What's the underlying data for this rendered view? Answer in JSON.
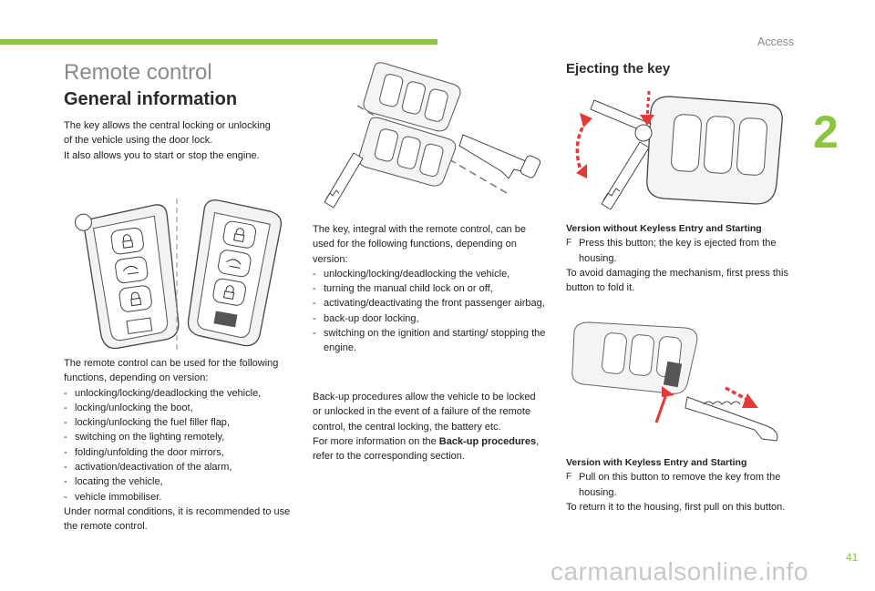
{
  "header": {
    "section_label": "Access",
    "chapter_number": "2",
    "page_number": "41",
    "watermark": "carmanualsonline.info",
    "accent_color": "#8cc63f"
  },
  "left": {
    "title": "Remote control",
    "subtitle": "General information",
    "intro": [
      "The key allows the central locking or unlocking",
      "of the vehicle using the door lock.",
      "It also allows you to start or stop the engine."
    ],
    "functions_intro": "The remote control can be used for the following functions, depending on version:",
    "functions": [
      "unlocking/locking/deadlocking the vehicle,",
      "locking/unlocking the boot,",
      "locking/unlocking the fuel filler flap,",
      "switching on the lighting remotely,",
      "folding/unfolding the door mirrors,",
      "activation/deactivation of the alarm,",
      "locating the vehicle,",
      "vehicle immobiliser."
    ],
    "closing": "Under normal conditions, it is recommended to use the remote control."
  },
  "middle": {
    "key_intro": "The key, integral with the remote control, can be used for the following functions, depending on version:",
    "key_functions": [
      "unlocking/locking/deadlocking the vehicle,",
      "turning the manual child lock on or off,",
      "activating/deactivating the front passenger airbag,",
      "back-up door locking,",
      "switching on the ignition and starting/ stopping the engine."
    ],
    "backup_text": "Back-up procedures allow the vehicle to be locked or unlocked in the event of a failure of the remote control, the central locking, the battery etc.",
    "more_info_prefix": "For more information on the ",
    "more_info_bold": "Back-up procedures",
    "more_info_suffix": ", refer to the corresponding section."
  },
  "right": {
    "title": "Ejecting the key",
    "v1_heading": "Version without Keyless Entry and Starting",
    "v1_step_symbol": "F",
    "v1_step": "Press this button; the key is ejected from the housing.",
    "v1_note": "To avoid damaging the mechanism, first press this button to fold it.",
    "v2_heading": "Version with Keyless Entry and Starting",
    "v2_step_symbol": "F",
    "v2_step": "Pull on this button to remove the key from the housing.",
    "v2_note": "To return it to the housing, first pull on this button."
  }
}
